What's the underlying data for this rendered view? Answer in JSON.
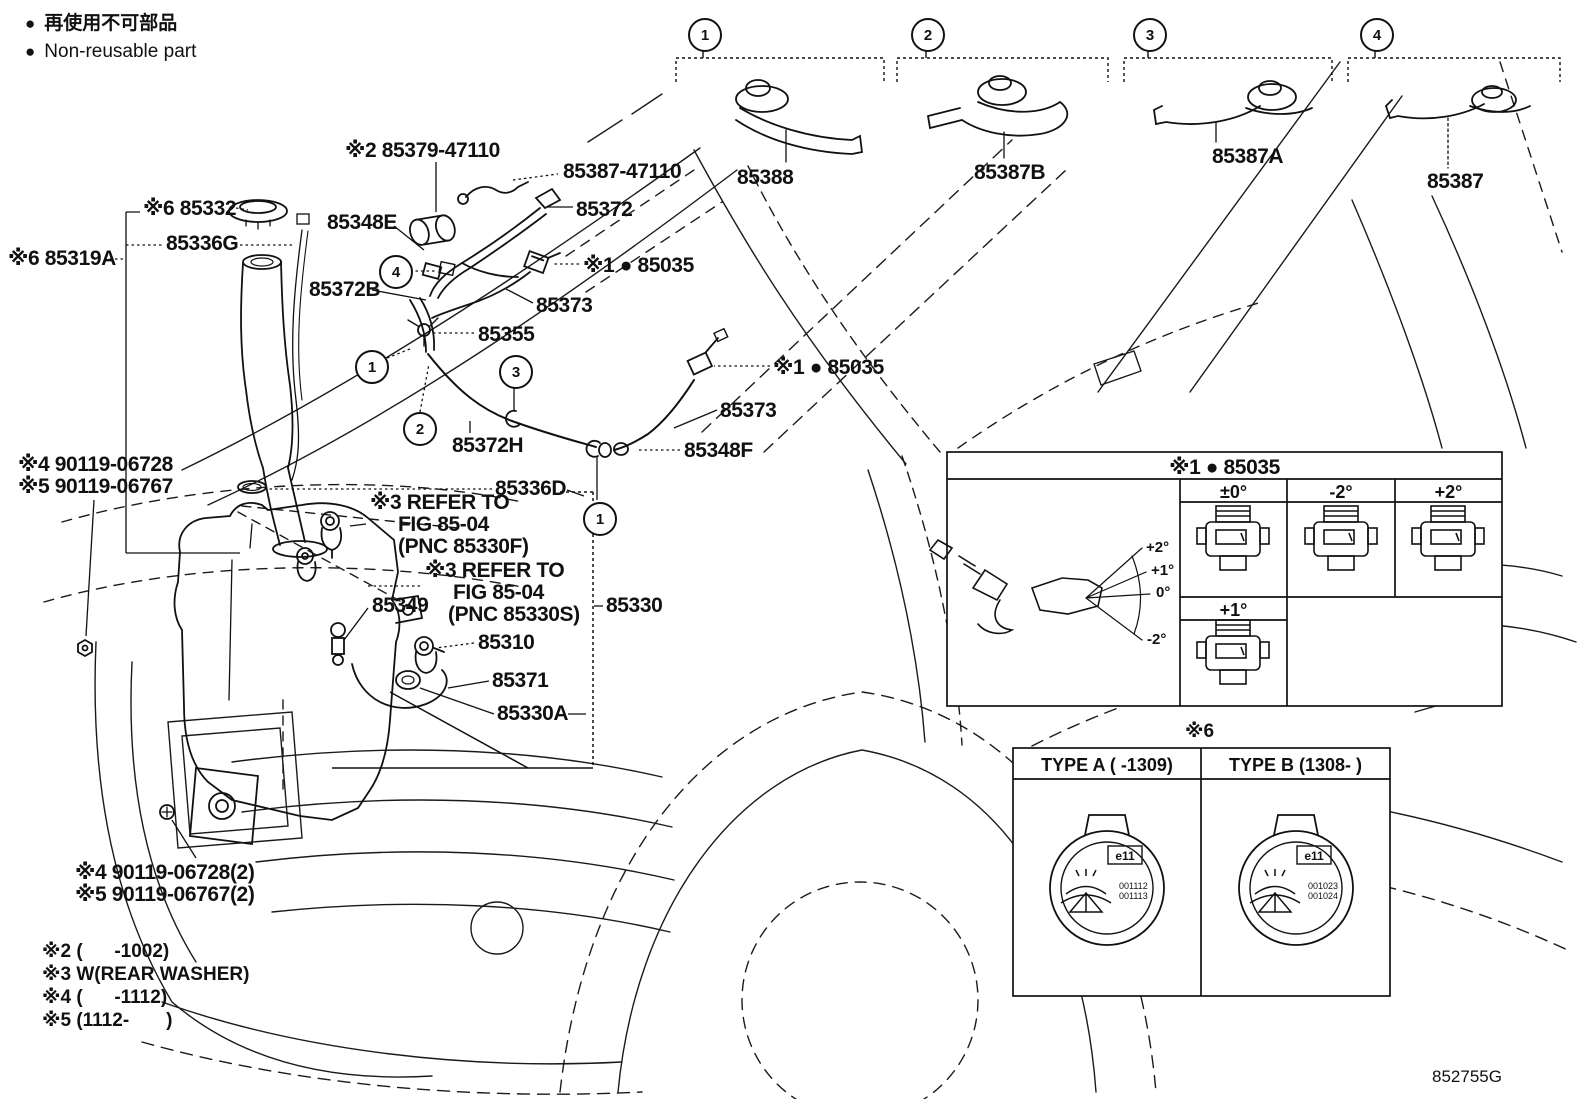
{
  "legend": {
    "bullet": "●",
    "jp": "再使用不可部品",
    "en": "Non-reusable part"
  },
  "callouts": {
    "c1": "1",
    "c2": "2",
    "c3": "3",
    "c4": "4"
  },
  "top_parts": {
    "p1": "85388",
    "p2": "85387B",
    "p3": "85387A",
    "p4": "85387"
  },
  "labels": {
    "l85379": "※2 85379-47110",
    "l85387_47110": "85387-47110",
    "l85372": "85372",
    "l85332": "※6 85332",
    "l85336G": "85336G",
    "l85319A": "※6 85319A",
    "l85348E": "85348E",
    "l85372B": "85372B",
    "l85035_1": "※1 ● 85035",
    "l85373_1": "85373",
    "l85355": "85355",
    "l85372H": "85372H",
    "l85035_2": "※1 ● 85035",
    "l85373_2": "85373",
    "l85348F": "85348F",
    "l85336D": "85336D",
    "l90119_1": "※4 90119-06728",
    "l90119_2": "※5 90119-06767",
    "refer1_1": "※3 REFER TO",
    "refer1_2": "FIG 85-04",
    "refer1_3": "(PNC 85330F)",
    "refer2_1": "※3 REFER TO",
    "refer2_2": "FIG 85-04",
    "refer2_3": "(PNC 85330S)",
    "l85330": "85330",
    "l85349": "85349",
    "l85310": "85310",
    "l85371": "85371",
    "l85330A": "85330A"
  },
  "footnotes": {
    "f1": "※4 90119-06728(2)",
    "f2": "※5 90119-06767(2)",
    "n2": "※2 (      -1002)",
    "n3": "※3 W(REAR WASHER)",
    "n4": "※4 (      -1112)",
    "n5": "※5 (1112-       )"
  },
  "inset": {
    "title": "※1 ● 85035",
    "col1": "±0°",
    "col2": "-2°",
    "col3": "+2°",
    "row2": "+1°",
    "fan1": "+2°",
    "fan2": "+1°",
    "fan3": "0°",
    "fan4": "-2°"
  },
  "type_box": {
    "note": "※6",
    "type_a": "TYPE A (      -1309)",
    "type_b": "TYPE B (1308-      )",
    "cap_code": "e11",
    "cap_a_line1": "001112",
    "cap_a_line2": "001113",
    "cap_b_line1": "001023",
    "cap_b_line2": "001024"
  },
  "doc_code": "852755G",
  "colors": {
    "ink": "#111111",
    "paper": "#ffffff"
  }
}
